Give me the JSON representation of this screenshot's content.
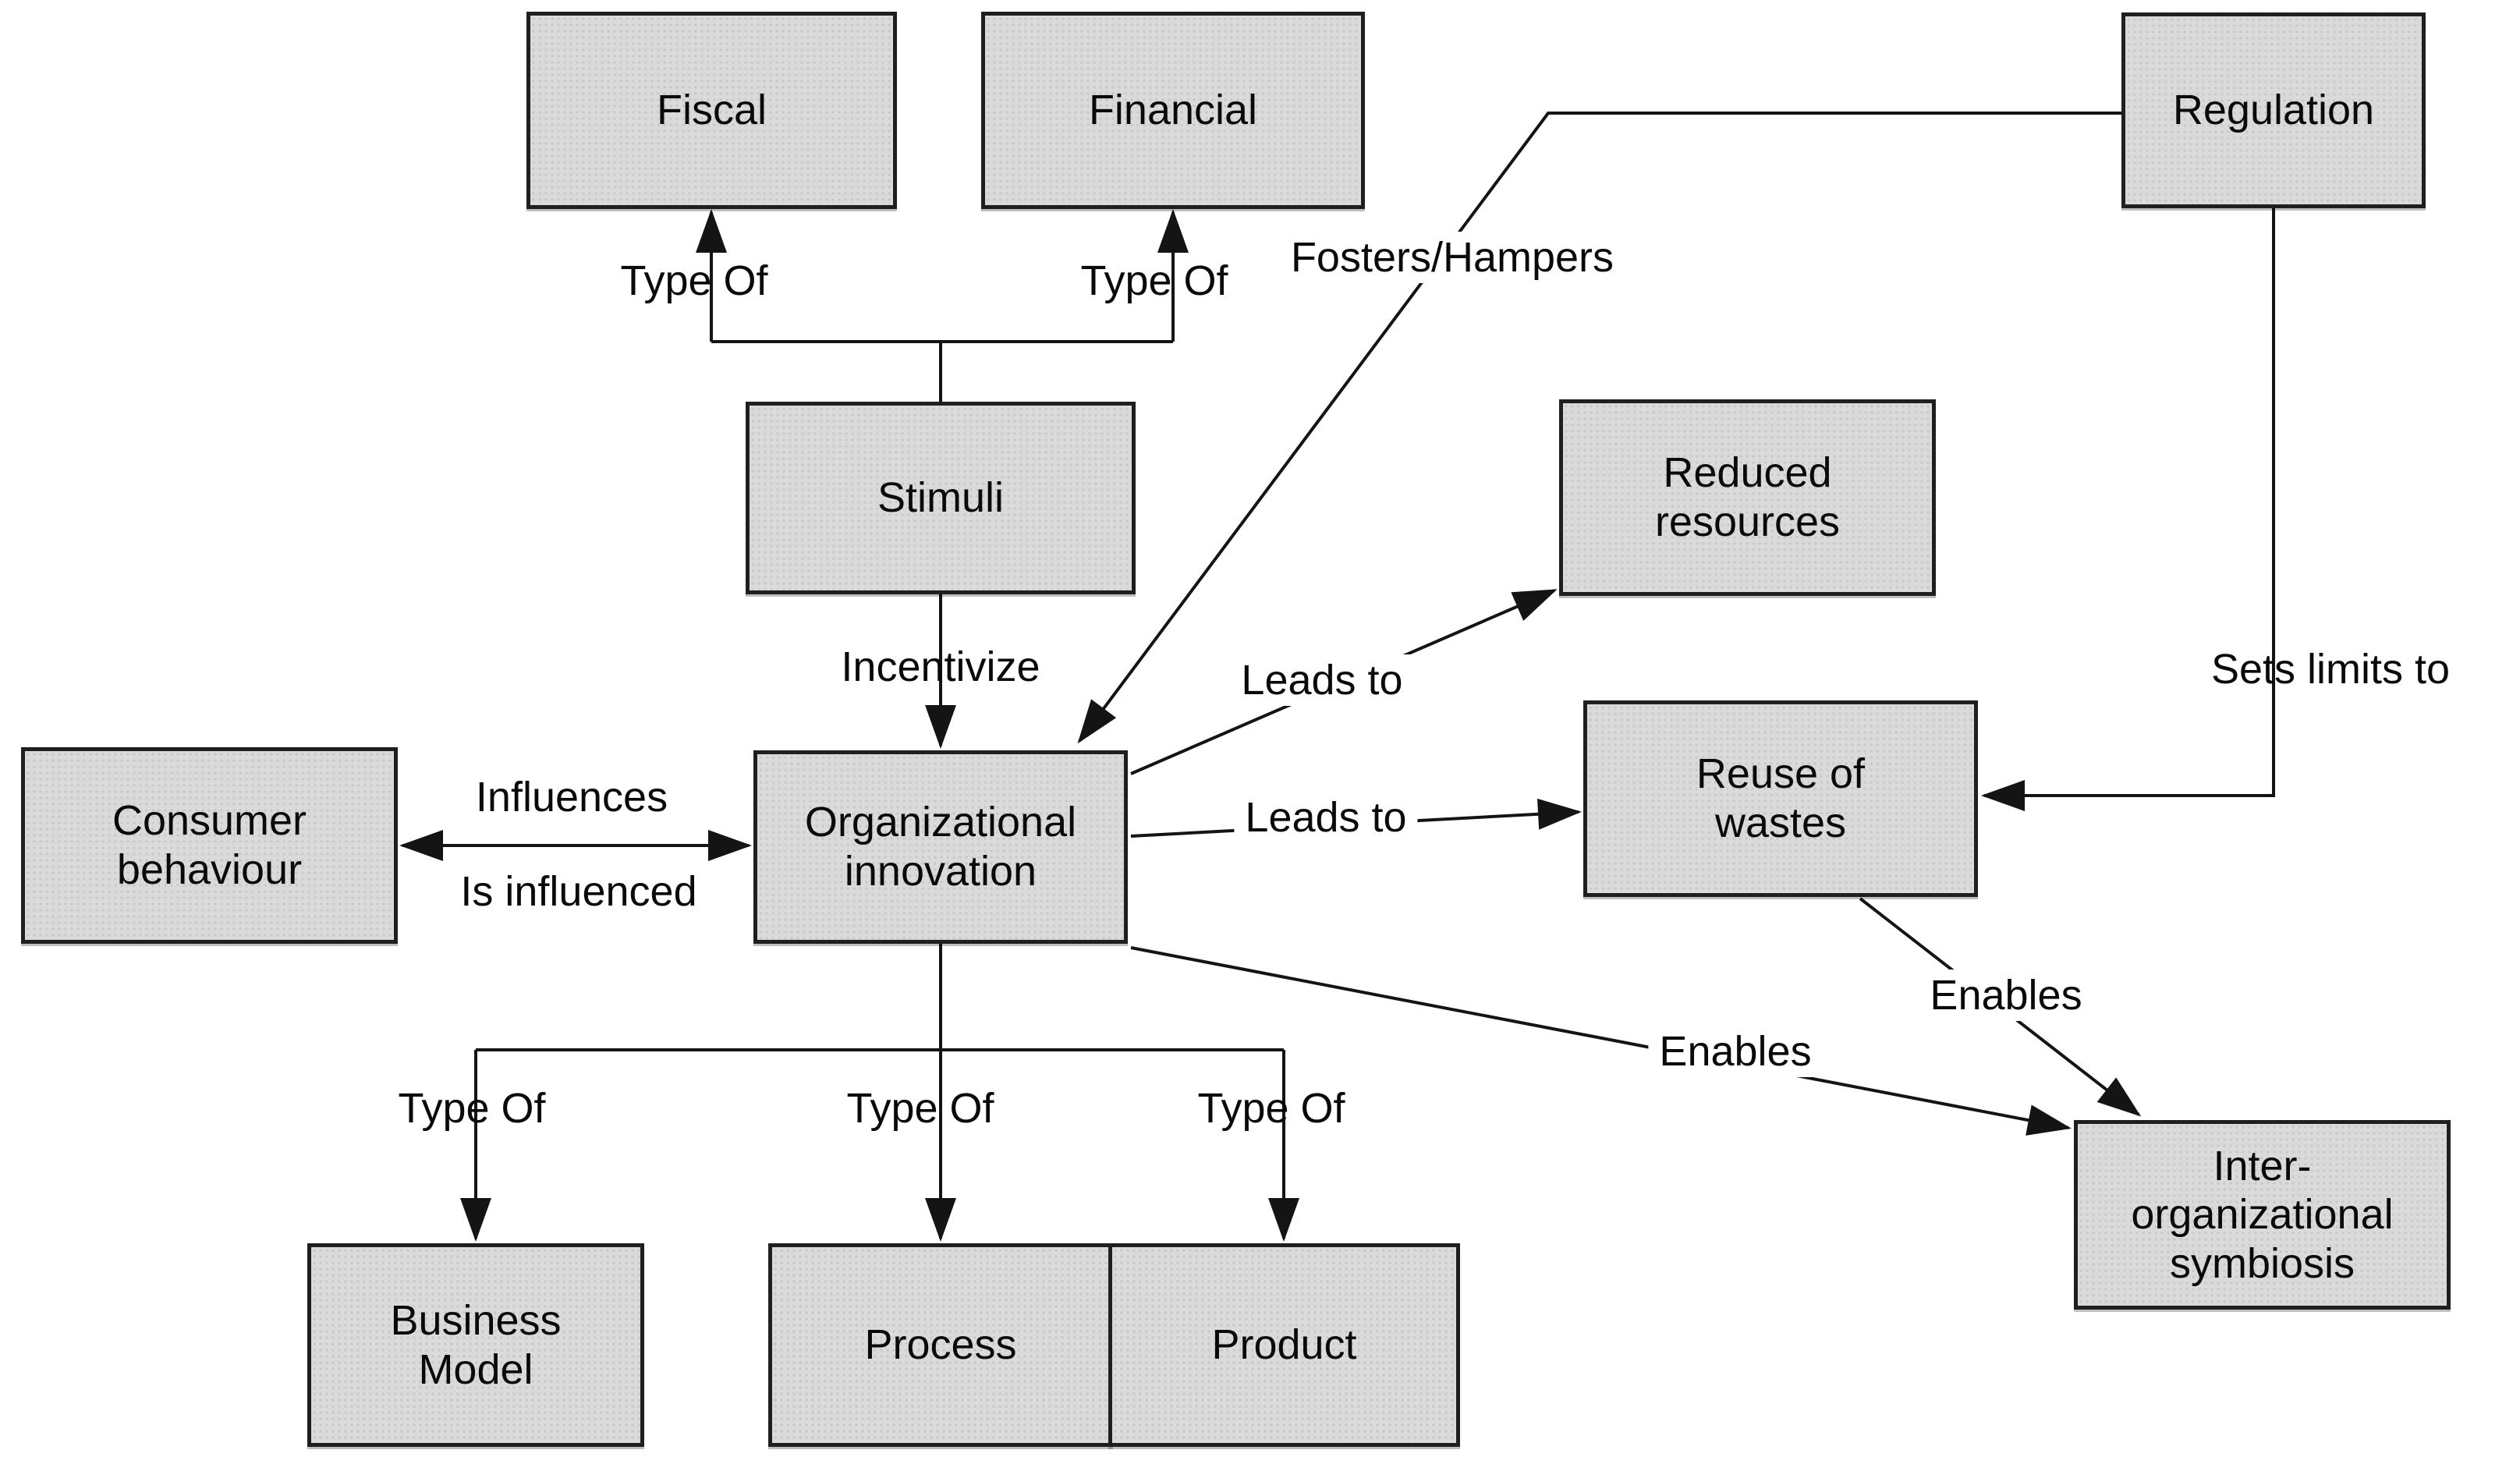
{
  "diagram": {
    "background_color": "#ffffff",
    "box_fill_color": "#dadada",
    "box_border_color": "#1f1f1f",
    "line_color": "#141414",
    "nodes": {
      "fiscal": {
        "label": "Fiscal"
      },
      "financial": {
        "label": "Financial"
      },
      "regulation": {
        "label": "Regulation"
      },
      "stimuli": {
        "label": "Stimuli"
      },
      "reduced_resources": {
        "label": "Reduced resources"
      },
      "consumer_behaviour": {
        "label": "Consumer behaviour"
      },
      "organizational_innovation": {
        "label": "Organizational innovation"
      },
      "reuse_of_wastes": {
        "label": "Reuse of wastes"
      },
      "business_model": {
        "label": "Business Model"
      },
      "process": {
        "label": "Process"
      },
      "product": {
        "label": "Product"
      },
      "inter_organizational_symbiosis": {
        "label": "Inter-organizational symbiosis"
      }
    },
    "edge_labels": {
      "type_of_fiscal": "Type Of",
      "type_of_financial": "Type Of",
      "fosters_hampers": "Fosters/Hampers",
      "incentivize": "Incentivize",
      "influences": "Influences",
      "is_influenced": "Is influenced",
      "leads_to_reduced_resources": "Leads to",
      "leads_to_reuse_of_wastes": "Leads to",
      "sets_limits_to": "Sets limits to",
      "enables_from_reuse": "Enables",
      "enables_from_innovation": "Enables",
      "type_of_business_model": "Type Of",
      "type_of_process": "Type Of",
      "type_of_product": "Type Of"
    }
  }
}
